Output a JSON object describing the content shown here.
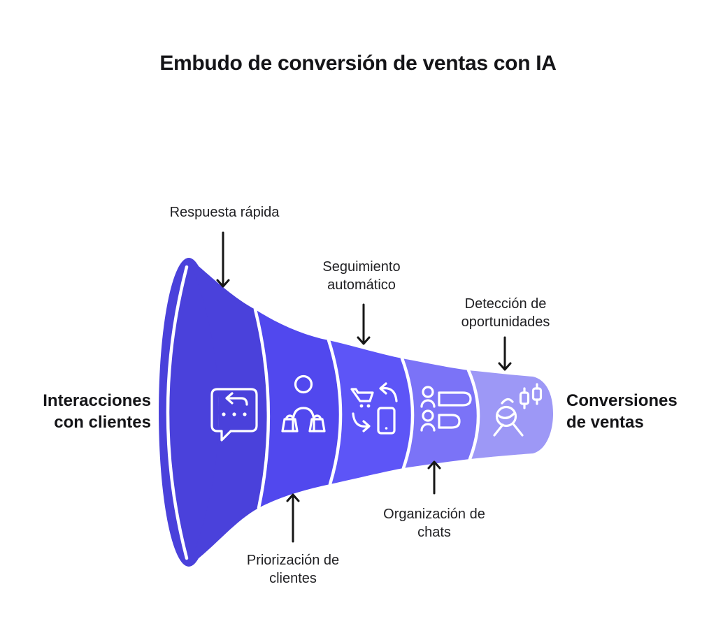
{
  "title": "Embudo de conversión de ventas con IA",
  "side_labels": {
    "input": {
      "line1": "Interacciones",
      "line2": "con clientes"
    },
    "output": {
      "line1": "Conversiones",
      "line2": "de ventas"
    }
  },
  "annotations": [
    {
      "id": "respuesta-rapida",
      "line1": "Respuesta rápida",
      "line2": "",
      "arrow": "down",
      "points_to": "segment-1"
    },
    {
      "id": "seguimiento-automatico",
      "line1": "Seguimiento",
      "line2": "automático",
      "arrow": "down",
      "points_to": "segment-3"
    },
    {
      "id": "deteccion-oportunidades",
      "line1": "Detección de",
      "line2": "oportunidades",
      "arrow": "down",
      "points_to": "segment-5"
    },
    {
      "id": "priorizacion-clientes",
      "line1": "Priorización de",
      "line2": "clientes",
      "arrow": "up",
      "points_to": "segment-2"
    },
    {
      "id": "organizacion-chats",
      "line1": "Organización de",
      "line2": "chats",
      "arrow": "up",
      "points_to": "segment-4"
    }
  ],
  "funnel": {
    "direction": "left-to-right",
    "rim_color": "#4A41DB",
    "separator_color": "#FFFFFF",
    "segments": [
      {
        "name": "respuesta-rapida",
        "icon": "chat-reply-icon",
        "color": "#4A41DB"
      },
      {
        "name": "priorizacion-clientes",
        "icon": "customer-bags-icon",
        "color": "#5148EE"
      },
      {
        "name": "seguimiento-automatico",
        "icon": "cart-phone-sync-icon",
        "color": "#5D55F7"
      },
      {
        "name": "organizacion-chats",
        "icon": "people-list-icon",
        "color": "#7B73F7"
      },
      {
        "name": "deteccion-oportunidades",
        "icon": "person-chart-icon",
        "color": "#9D98F6"
      }
    ]
  },
  "colors": {
    "background": "#FFFFFF",
    "text": "#212124",
    "arrow": "#161616",
    "icon_stroke": "#FFFFFF"
  }
}
